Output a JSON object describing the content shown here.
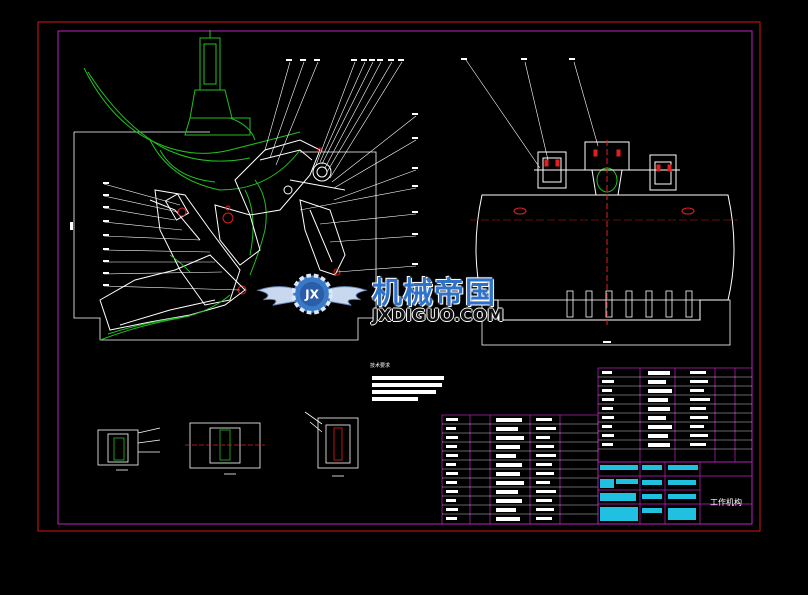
{
  "watermark": {
    "chinese_text": "机械帝国",
    "url_text": "JXDIGUO.COM",
    "badge_letters": "JX"
  },
  "title_block": {
    "drawing_title": "工作机构",
    "school_line1": "",
    "school_line2": ""
  },
  "technical_notes": {
    "heading": "技术要求"
  },
  "colors": {
    "background": "#000000",
    "outer_border": "#d01818",
    "inner_border": "#c020c0",
    "drawing_lines": "#ffffff",
    "green_parts": "#20c020",
    "leader_lines": "#ffffff",
    "red_marks": "#e02020",
    "cyan_fill": "#20c0e0",
    "title_block_lines": "#c020c0",
    "watermark_blue": "#2f72c9"
  }
}
